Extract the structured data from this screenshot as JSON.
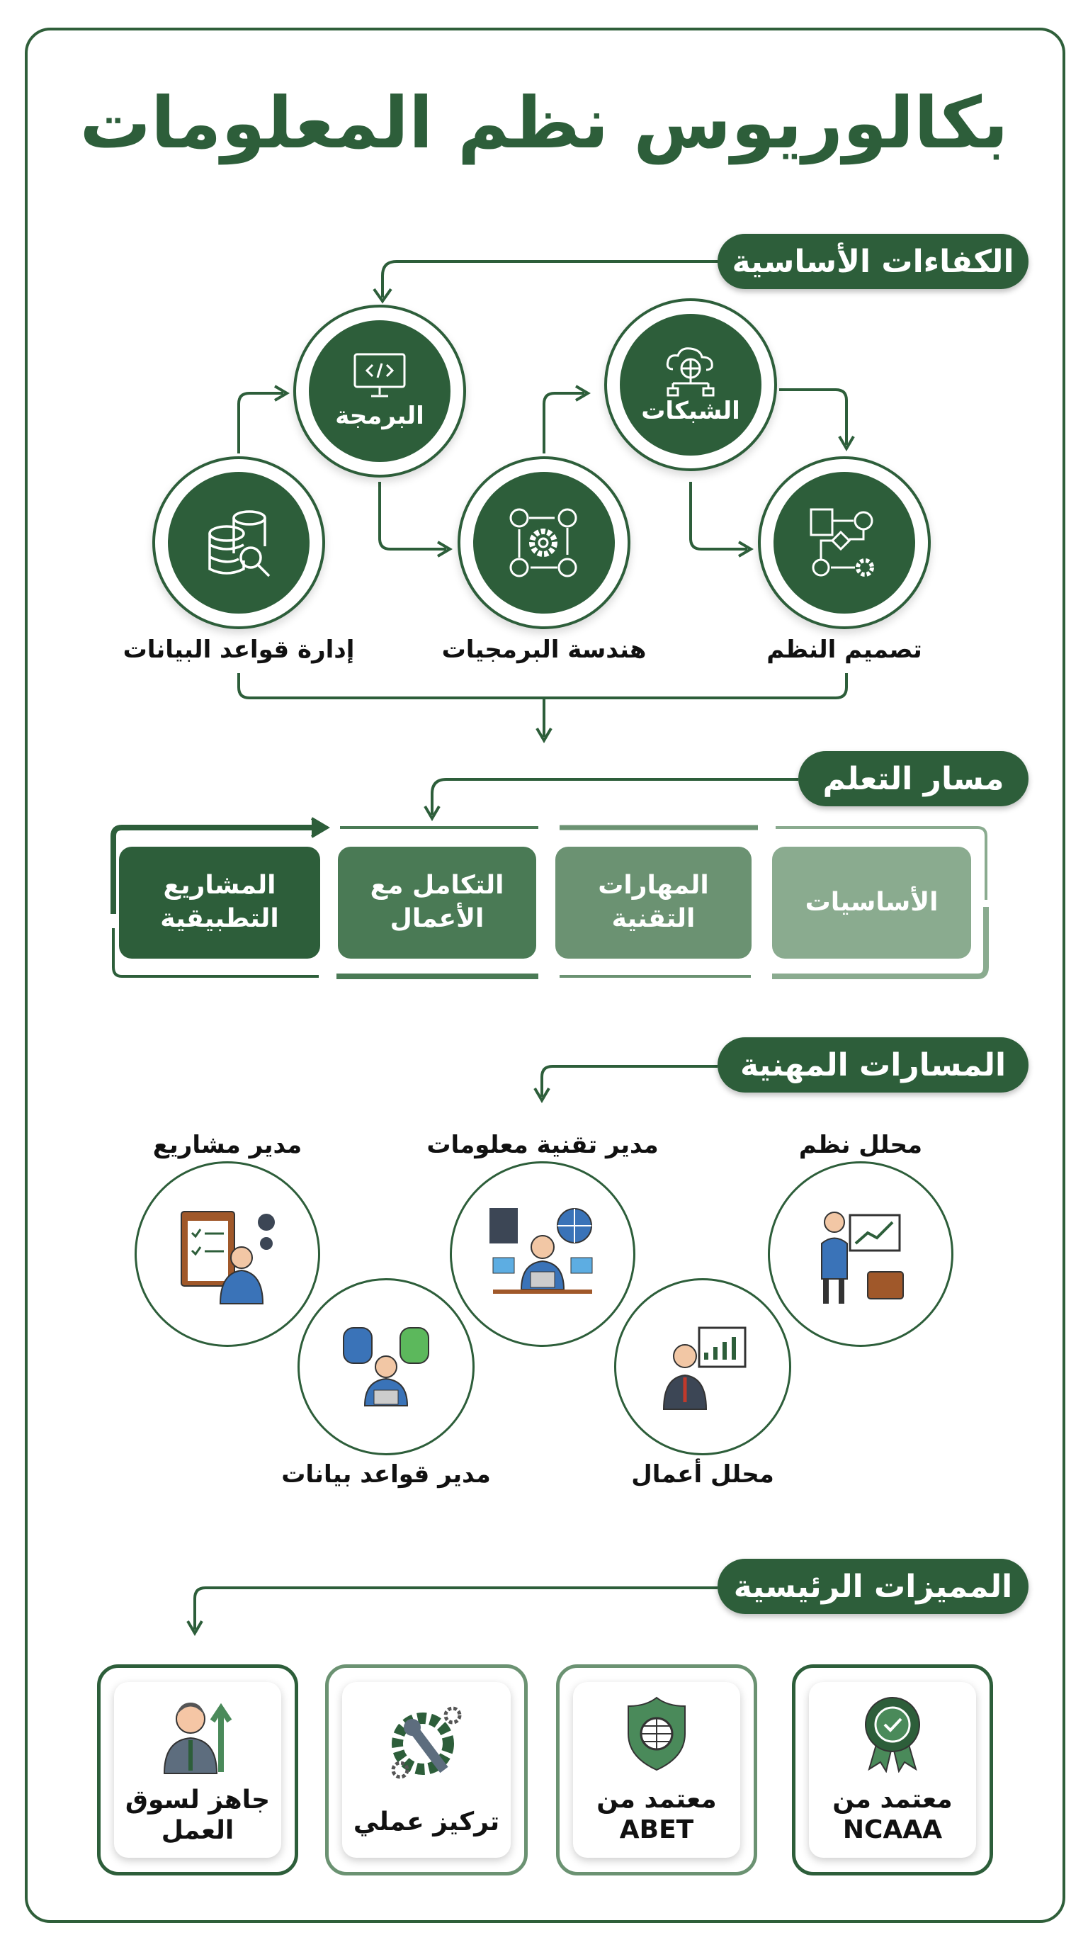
{
  "title": "بكالوريوس نظم المعلومات",
  "colors": {
    "primary": "#2d5e3a",
    "step1": "#8aab8f",
    "step2": "#6b9272",
    "step3": "#4a7a55",
    "step4": "#2d5e3a"
  },
  "competencies": {
    "heading": "الكفاءات الأساسية",
    "items": [
      {
        "label": "البرمجة",
        "icon": "monitor-code-icon"
      },
      {
        "label": "الشبكات",
        "icon": "cloud-network-icon"
      },
      {
        "label": "إدارة قواعد البيانات",
        "icon": "database-search-icon"
      },
      {
        "label": "هندسة البرمجيات",
        "icon": "gear-workflow-icon"
      },
      {
        "label": "تصميم النظم",
        "icon": "flowchart-icon"
      }
    ]
  },
  "learning_path": {
    "heading": "مسار التعلم",
    "steps": [
      "الأساسيات",
      "المهارات التقنية",
      "التكامل مع الأعمال",
      "المشاريع التطبيقية"
    ]
  },
  "careers": {
    "heading": "المسارات المهنية",
    "items": [
      "محلل نظم",
      "محلل أعمال",
      "مدير تقنية معلومات",
      "مدير قواعد بيانات",
      "مدير مشاريع"
    ]
  },
  "features": {
    "heading": "المميزات الرئيسية",
    "items": [
      {
        "label": "معتمد من NCAAA",
        "icon": "award-badge-icon"
      },
      {
        "label": "معتمد من ABET",
        "icon": "shield-globe-icon"
      },
      {
        "label": "تركيز عملي",
        "icon": "wrench-gear-icon"
      },
      {
        "label": "جاهز لسوق العمل",
        "icon": "person-growth-icon"
      }
    ]
  }
}
